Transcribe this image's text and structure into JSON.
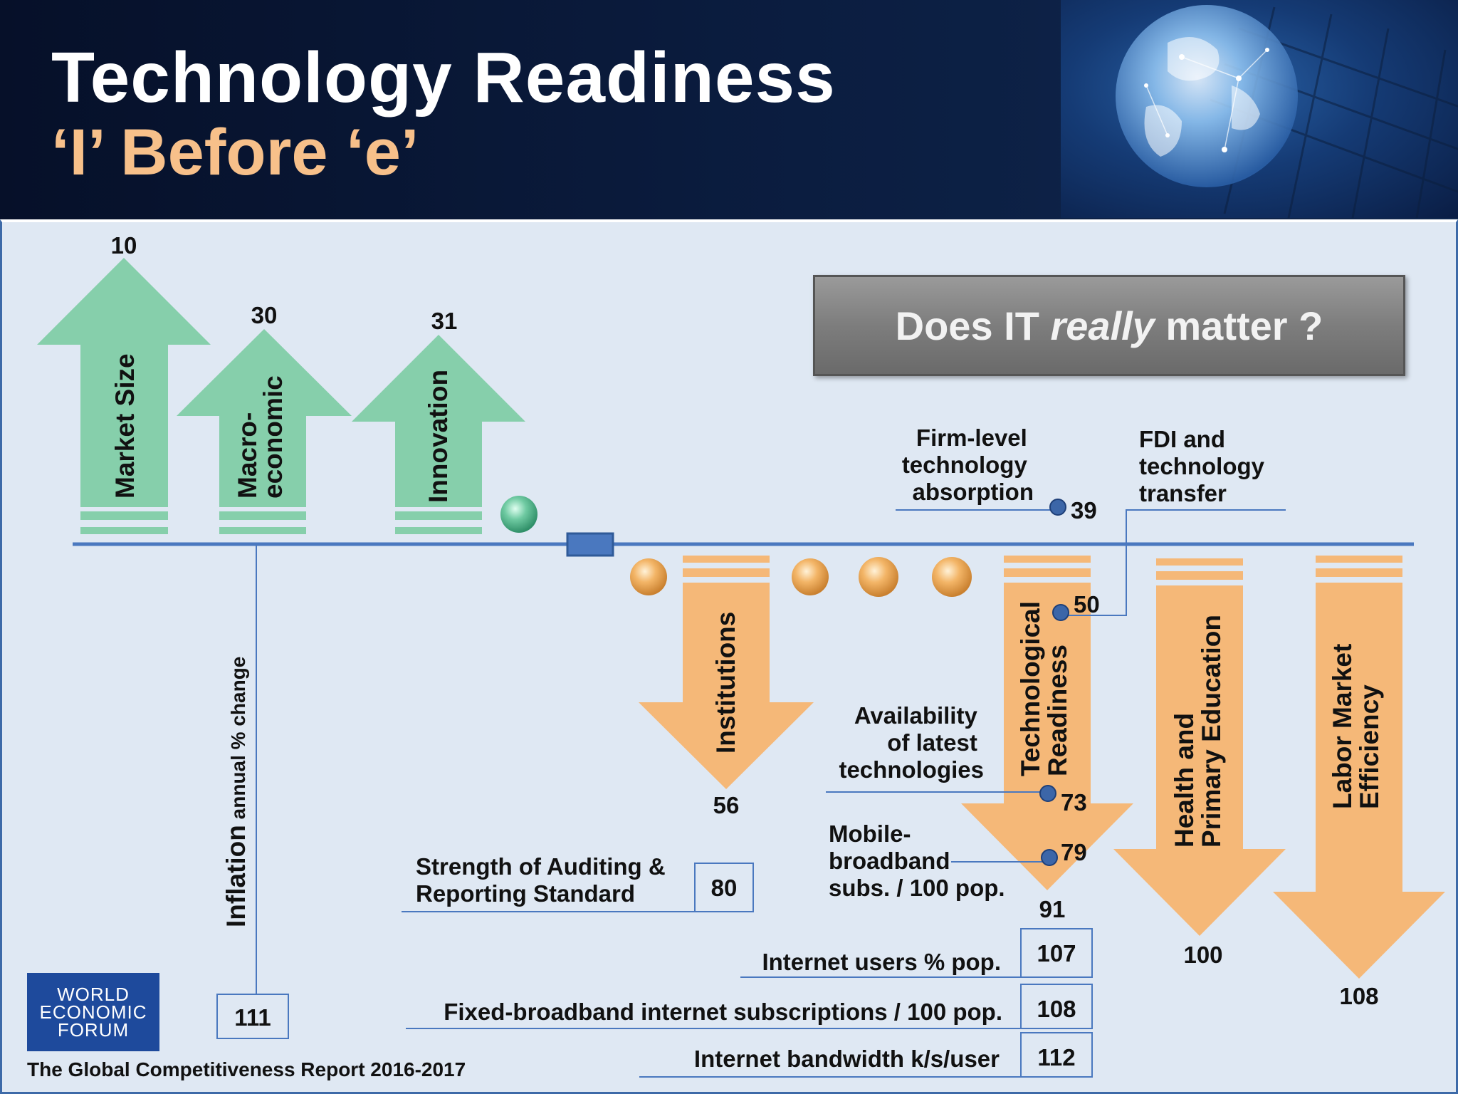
{
  "header": {
    "title": "Technology Readiness",
    "subtitle": "‘I’ Before ‘e’"
  },
  "banner": {
    "prefix": "Does IT ",
    "emphasis": "really",
    "suffix": " matter ?"
  },
  "pillars_up": [
    {
      "label": "Market Size",
      "rank": "10"
    },
    {
      "label_line1": "Macro-",
      "label_line2": "economic",
      "rank": "30"
    },
    {
      "label": "Innovation",
      "rank": "31"
    }
  ],
  "pillars_down": [
    {
      "label": "Institutions",
      "rank": "56"
    },
    {
      "label_line1": "Technological",
      "label_line2": "Readiness",
      "rank": "91"
    },
    {
      "label_line1": "Health and",
      "label_line2": "Primary Education",
      "rank": "100"
    },
    {
      "label_line1": "Labor Market",
      "label_line2": "Efficiency",
      "rank": "108"
    }
  ],
  "inflation": {
    "label_main": "Inflation",
    "label_small": " annual % change",
    "rank": "111"
  },
  "indicators": {
    "firm_level": {
      "lines": [
        "Firm-level",
        "technology",
        "absorption"
      ],
      "rank": "39"
    },
    "fdi": {
      "lines": [
        "FDI and",
        "technology",
        "transfer"
      ],
      "rank": "50"
    },
    "availability": {
      "lines": [
        "Availability",
        "of latest",
        "technologies"
      ],
      "rank": "73"
    },
    "mobile": {
      "lines": [
        "Mobile-",
        "broadband",
        "subs. / 100 pop."
      ],
      "rank": "79"
    },
    "auditing": {
      "lines": [
        "Strength of Auditing &",
        "Reporting Standard"
      ],
      "rank": "80"
    },
    "internet_users": {
      "label": "Internet users % pop.",
      "rank": "107"
    },
    "fixed_broadband": {
      "label": "Fixed-broadband internet subscriptions / 100 pop.",
      "rank": "108"
    },
    "bandwidth": {
      "label": "Internet bandwidth  k/s/user",
      "rank": "112"
    }
  },
  "logo": {
    "line1": "WORLD",
    "line2": "ECONOMIC",
    "line3": "FORUM"
  },
  "footer": "The Global Competitiveness Report 2016-2017",
  "colors": {
    "green_arrow": "#86cfab",
    "orange_arrow": "#f5b878",
    "axis": "#4a78bf",
    "header_bg": "#061029",
    "subtitle": "#f7c08a",
    "logo_bg": "#1e4a9c"
  }
}
